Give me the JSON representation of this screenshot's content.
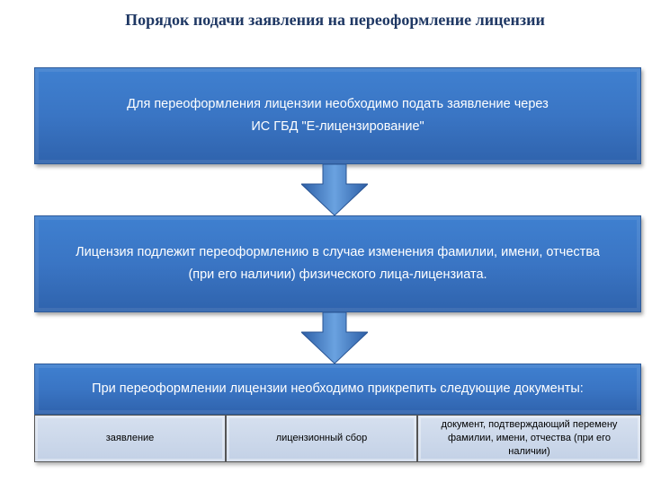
{
  "title": "Порядок подачи заявления на переоформление лицензии",
  "steps": [
    {
      "line1": "Для переоформления лицензии необходимо подать заявление через",
      "line2": "ИС ГБД \"Е-лицензирование\""
    },
    {
      "line1": "Лицензия подлежит переоформлению в случае изменения фамилии, имени, отчества",
      "line2": "(при его наличии) физического лица-лицензиата."
    },
    {
      "line1": "При  переоформлении лицензии необходимо прикрепить следующие документы:"
    }
  ],
  "documents": [
    "заявление",
    "лицензионный сбор",
    "документ, подтверждающий перемену фамилии, имени, отчества (при его наличии)"
  ],
  "colors": {
    "box": "#3a75c4",
    "cell": "#c9d5e8",
    "title": "#1f3864"
  }
}
